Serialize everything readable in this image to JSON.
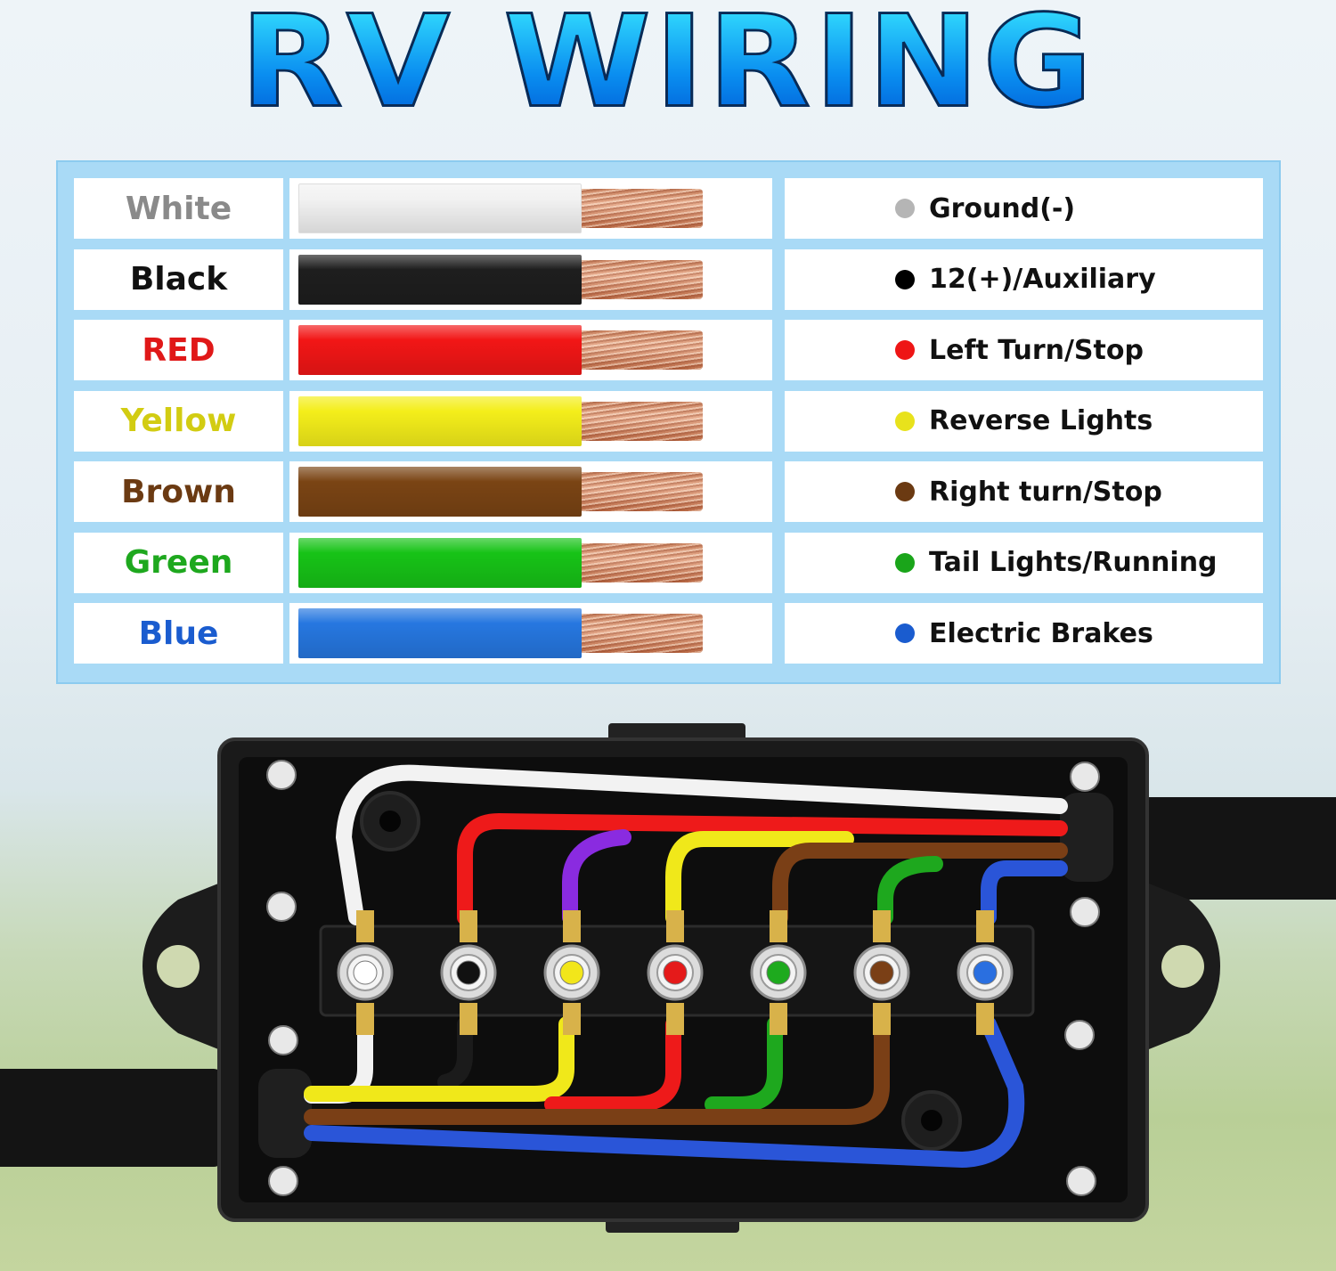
{
  "title": "RV WIRING",
  "wires": [
    {
      "name": "White",
      "function": "Ground(-)",
      "color": "#f2f2f2",
      "text_color": "#8a8a8a",
      "dot_color": "#b5b5b5"
    },
    {
      "name": "Black",
      "function": "12(+)/Auxiliary",
      "color": "#1e1e1e",
      "text_color": "#111111",
      "dot_color": "#000000"
    },
    {
      "name": "RED",
      "function": "Left Turn/Stop",
      "color": "#f21616",
      "text_color": "#e01818",
      "dot_color": "#ee1515"
    },
    {
      "name": "Yellow",
      "function": "Reverse Lights",
      "color": "#f4ee1a",
      "text_color": "#d2cc12",
      "dot_color": "#e8e21c"
    },
    {
      "name": "Brown",
      "function": "Right turn/Stop",
      "color": "#7a4414",
      "text_color": "#6b3a12",
      "dot_color": "#6b3a12"
    },
    {
      "name": "Green",
      "function": "Tail Lights/Running",
      "color": "#17c317",
      "text_color": "#1ea81e",
      "dot_color": "#1aa51a"
    },
    {
      "name": "Blue",
      "function": "Electric Brakes",
      "color": "#2677e0",
      "text_color": "#1a5ccf",
      "dot_color": "#1a5ccf"
    }
  ],
  "junction_terminals": [
    "#ffffff",
    "#111111",
    "#f2e61a",
    "#e51a1a",
    "#1eaa1e",
    "#7a3f16",
    "#2a6fe0"
  ]
}
